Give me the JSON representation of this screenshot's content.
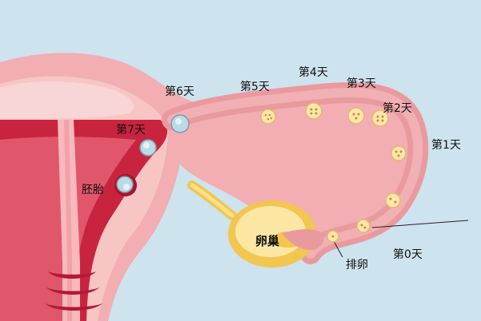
{
  "labels": {
    "day0": "第0天",
    "day1": "第1天",
    "day2": "第2天",
    "day3": "第3天",
    "day4": "第4天",
    "day5": "第5天",
    "day6": "第6天",
    "day7": "第7天",
    "embryo": "胚胎",
    "ovary": "卵巢",
    "ovulation": "排卵"
  },
  "colors": {
    "background": "#cde3ee",
    "uterus_outer": "#f2aeb2",
    "uterus_inner": "#c9243f",
    "tube": "#e99a9f",
    "ovary": "#f7d27a",
    "cell": "#fde7a8"
  }
}
